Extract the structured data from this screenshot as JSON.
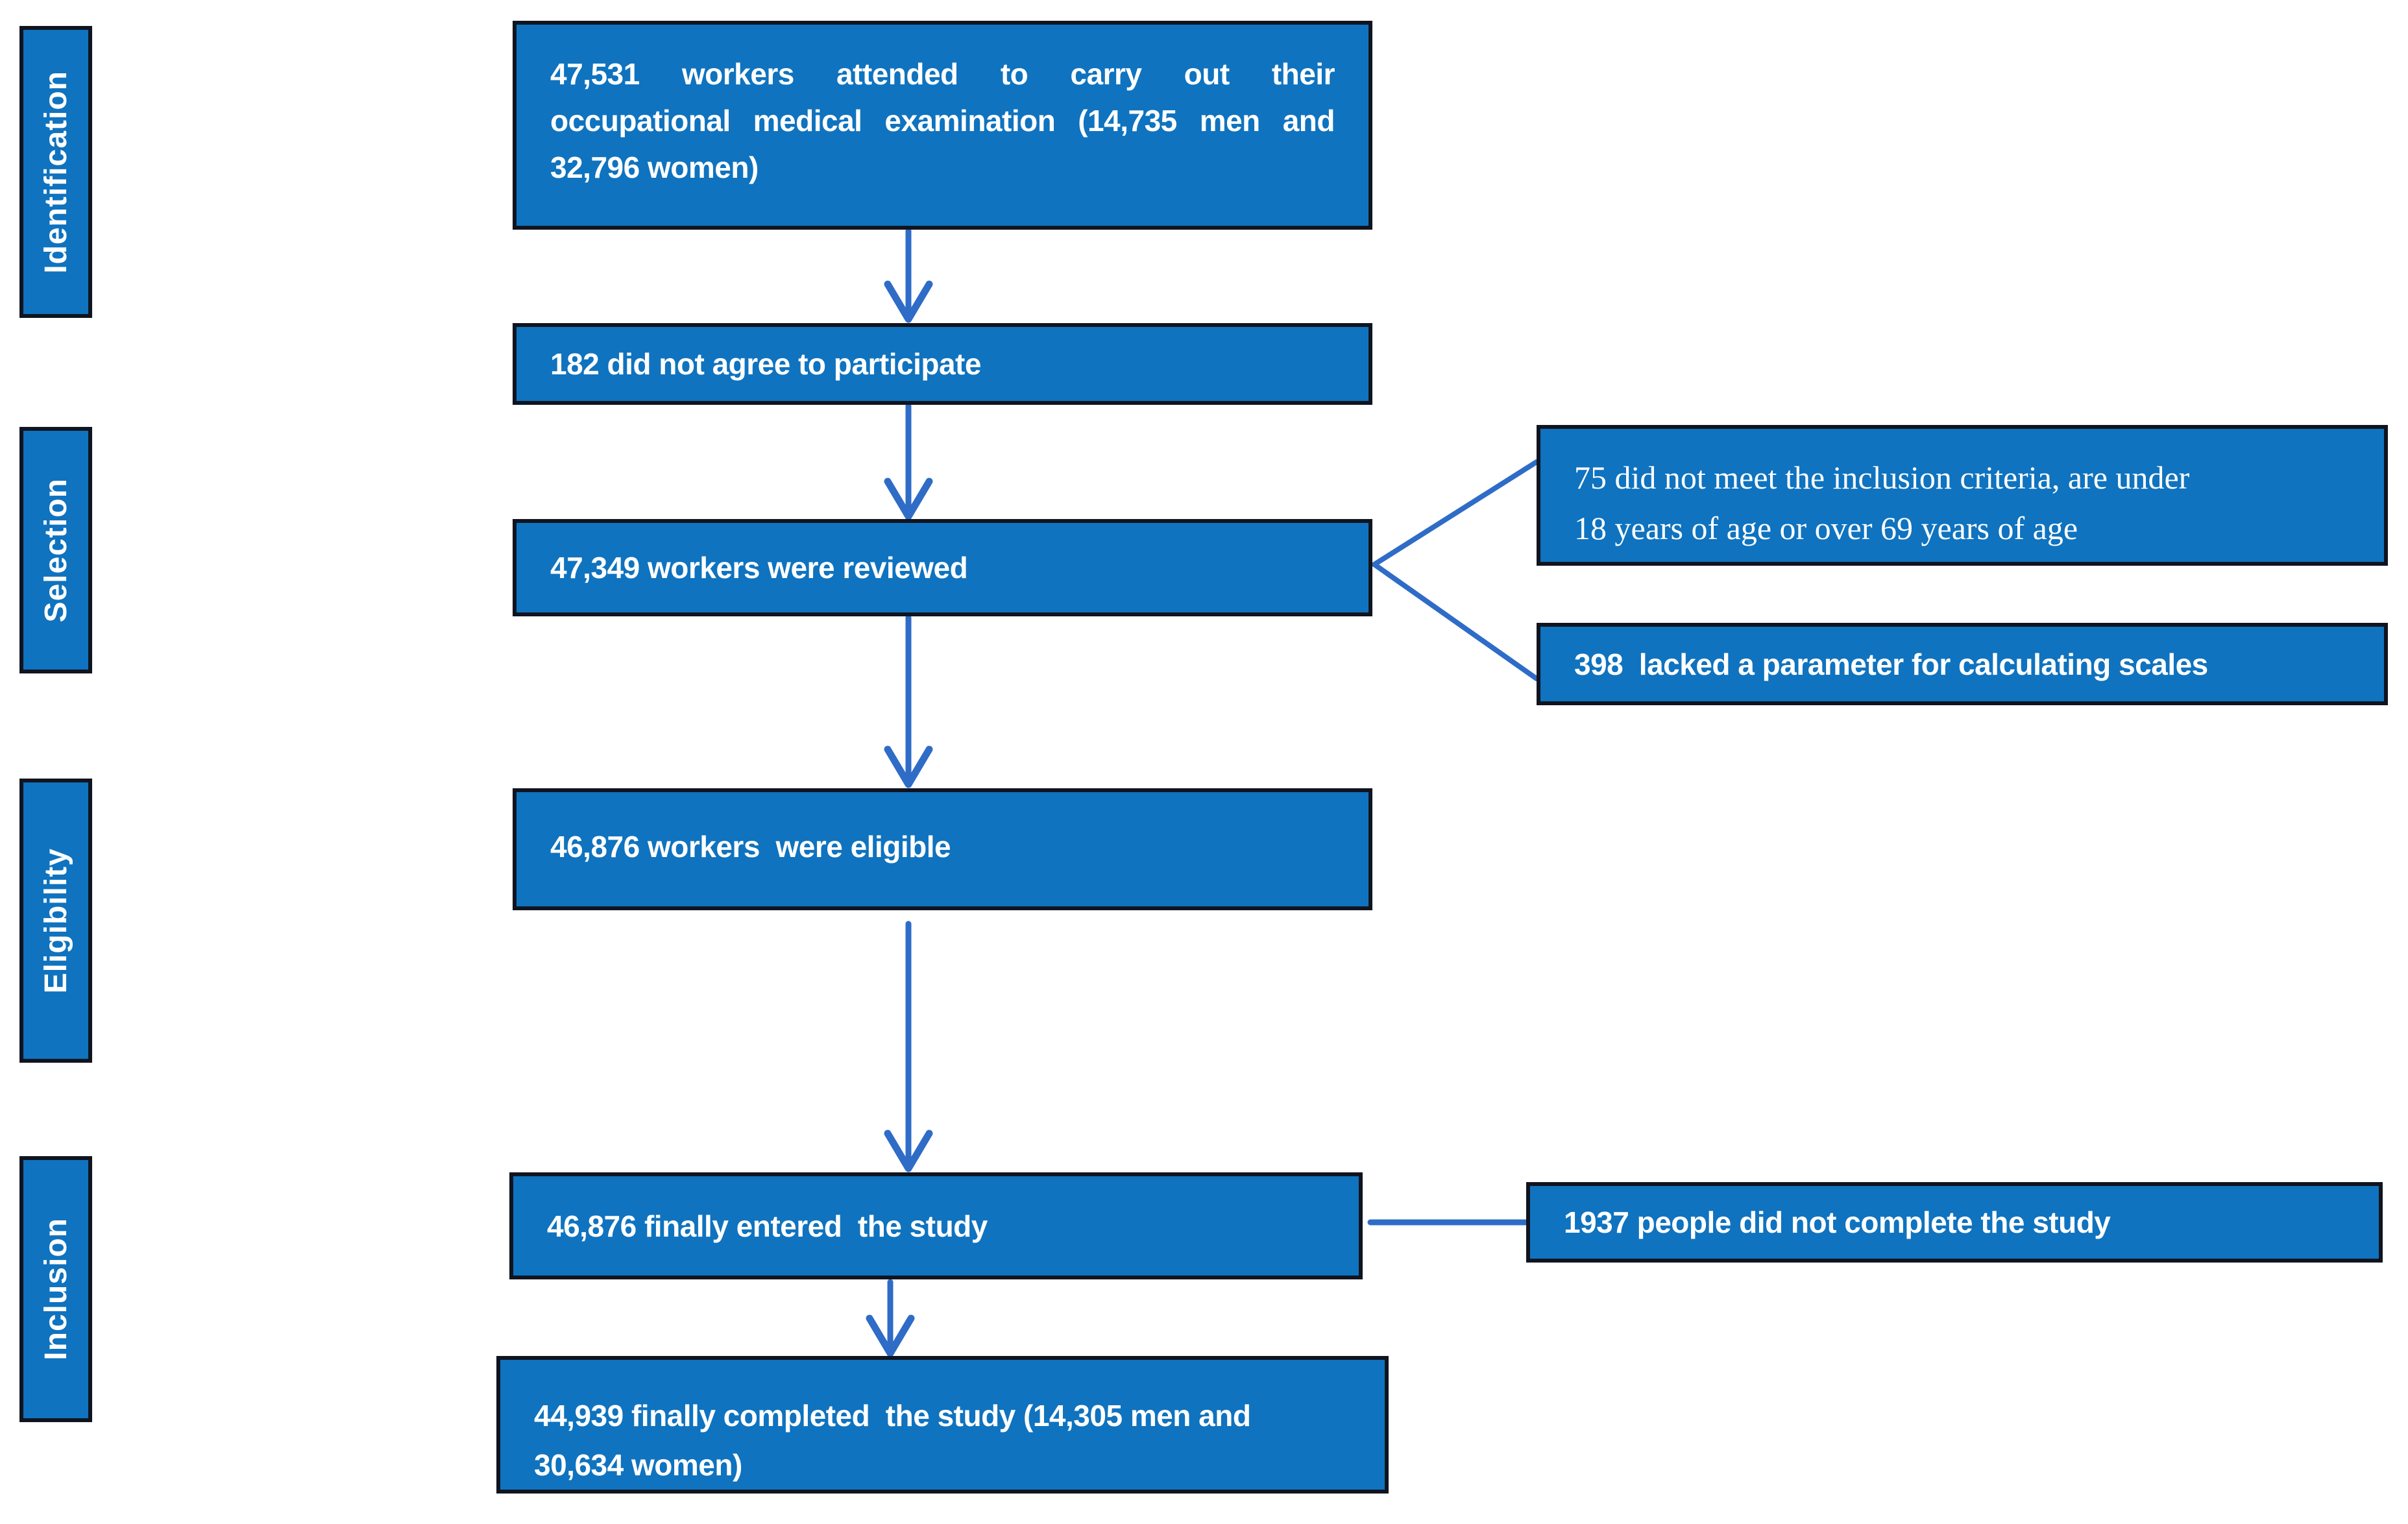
{
  "colors": {
    "box_fill": "#0f73bf",
    "box_border": "#10141f",
    "arrow": "#2e6cc7",
    "text": "#ffffff",
    "background": "#ffffff"
  },
  "stages": [
    {
      "label": "Identification"
    },
    {
      "label": "Selection"
    },
    {
      "label": "Eligibility"
    },
    {
      "label": "Inclusion"
    }
  ],
  "flow": {
    "attended": {
      "lines": [
        "47,531 workers attended to carry out their",
        "occupational medical examination (14,735 men and",
        "32,796 women)"
      ]
    },
    "did_not_agree": {
      "text": "182 did not agree to participate"
    },
    "reviewed": {
      "text": "47,349 workers were reviewed"
    },
    "eligible": {
      "text": "46,876 workers  were eligible"
    },
    "entered": {
      "text": "46,876 finally entered  the study"
    },
    "completed": {
      "lines": [
        "44,939 finally completed  the study (14,305 men and",
        "30,634 women)"
      ]
    }
  },
  "exclusions": {
    "inclusion_criteria": {
      "lines": [
        "75 did not meet the inclusion criteria, are under",
        "18 years of age or over 69 years of age"
      ]
    },
    "lacked_parameter": {
      "text": "398  lacked a parameter for calculating scales"
    },
    "did_not_complete": {
      "text": "1937 people did not complete the study"
    }
  }
}
